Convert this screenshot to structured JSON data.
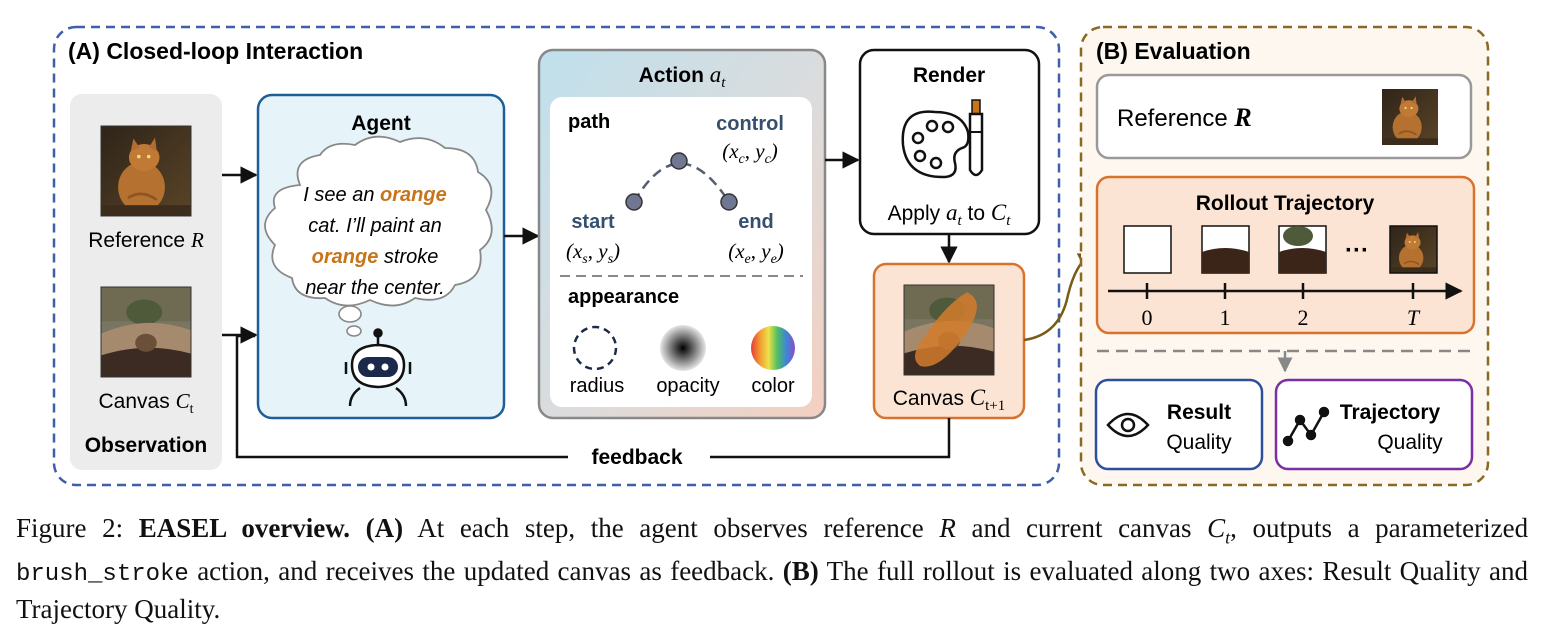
{
  "panel_a": {
    "title": "(A) Closed-loop Interaction",
    "observation": {
      "label": "Observation",
      "reference_label": "Reference",
      "reference_symbol": "R",
      "canvas_label": "Canvas",
      "canvas_symbol": "C",
      "canvas_sub": "t"
    },
    "agent": {
      "title": "Agent",
      "thought_lines": [
        [
          {
            "t": "I see an ",
            "orange": false
          },
          {
            "t": "orange",
            "orange": true
          }
        ],
        [
          {
            "t": "cat. I’ll paint an",
            "orange": false
          }
        ],
        [
          {
            "t": "orange",
            "orange": true
          },
          {
            "t": " stroke",
            "orange": false
          }
        ],
        [
          {
            "t": "near the center.",
            "orange": false
          }
        ]
      ]
    },
    "action": {
      "title": "Action",
      "symbol": "a",
      "sub": "t",
      "path_label": "path",
      "control_label": "control",
      "control_coord": {
        "x": "x",
        "xs": "c",
        "y": "y",
        "ys": "c"
      },
      "start_label": "start",
      "start_coord": {
        "x": "x",
        "xs": "s",
        "y": "y",
        "ys": "s"
      },
      "end_label": "end",
      "end_coord": {
        "x": "x",
        "xs": "e",
        "y": "y",
        "ys": "e"
      },
      "appearance_label": "appearance",
      "radius_label": "radius",
      "opacity_label": "opacity",
      "color_label": "color"
    },
    "render": {
      "title": "Render",
      "apply_prefix": "Apply",
      "apply_a": "a",
      "apply_a_sub": "t",
      "apply_to": "to",
      "apply_c": "C",
      "apply_c_sub": "t",
      "output_label": "Canvas",
      "output_symbol": "C",
      "output_sub": "t+1"
    },
    "feedback_label": "feedback"
  },
  "panel_b": {
    "title": "(B) Evaluation",
    "reference_label": "Reference",
    "reference_symbol": "R",
    "rollout_title": "Rollout Trajectory",
    "ellipsis": "···",
    "ticks": [
      "0",
      "1",
      "2",
      "T"
    ],
    "result": {
      "line1": "Result",
      "line2": "Quality"
    },
    "trajectory": {
      "line1": "Trajectory",
      "line2": "Quality"
    }
  },
  "caption": {
    "figure_label": "Figure 2:",
    "bold_title": "EASEL overview.",
    "part_a": "(A)",
    "text_a1": "At each step, the agent observes reference",
    "sym_r": "R",
    "text_a2": "and current canvas",
    "sym_c": "C",
    "sym_c_sub": "t",
    "text_a3": ", outputs a parameterized",
    "code": "brush_stroke",
    "text_a4": "action, and receives the updated canvas as feedback.",
    "part_b": "(B)",
    "text_b": "The full rollout is evaluated along two axes: Result Quality and Trajectory Quality."
  },
  "colors": {
    "panel_a_border": "#3f5fa8",
    "panel_b_border": "#8a6a22",
    "agent_border": "#1f5e96",
    "agent_fill": "#e6f4fa",
    "orange_accent": "#c8741b",
    "canvas_out_fill": "#fbe4d3",
    "canvas_out_border": "#d8722c",
    "result_border": "#2f4e9c",
    "trajectory_border": "#7b2fa6",
    "feedback_arrow_brown": "#7a5a14"
  }
}
